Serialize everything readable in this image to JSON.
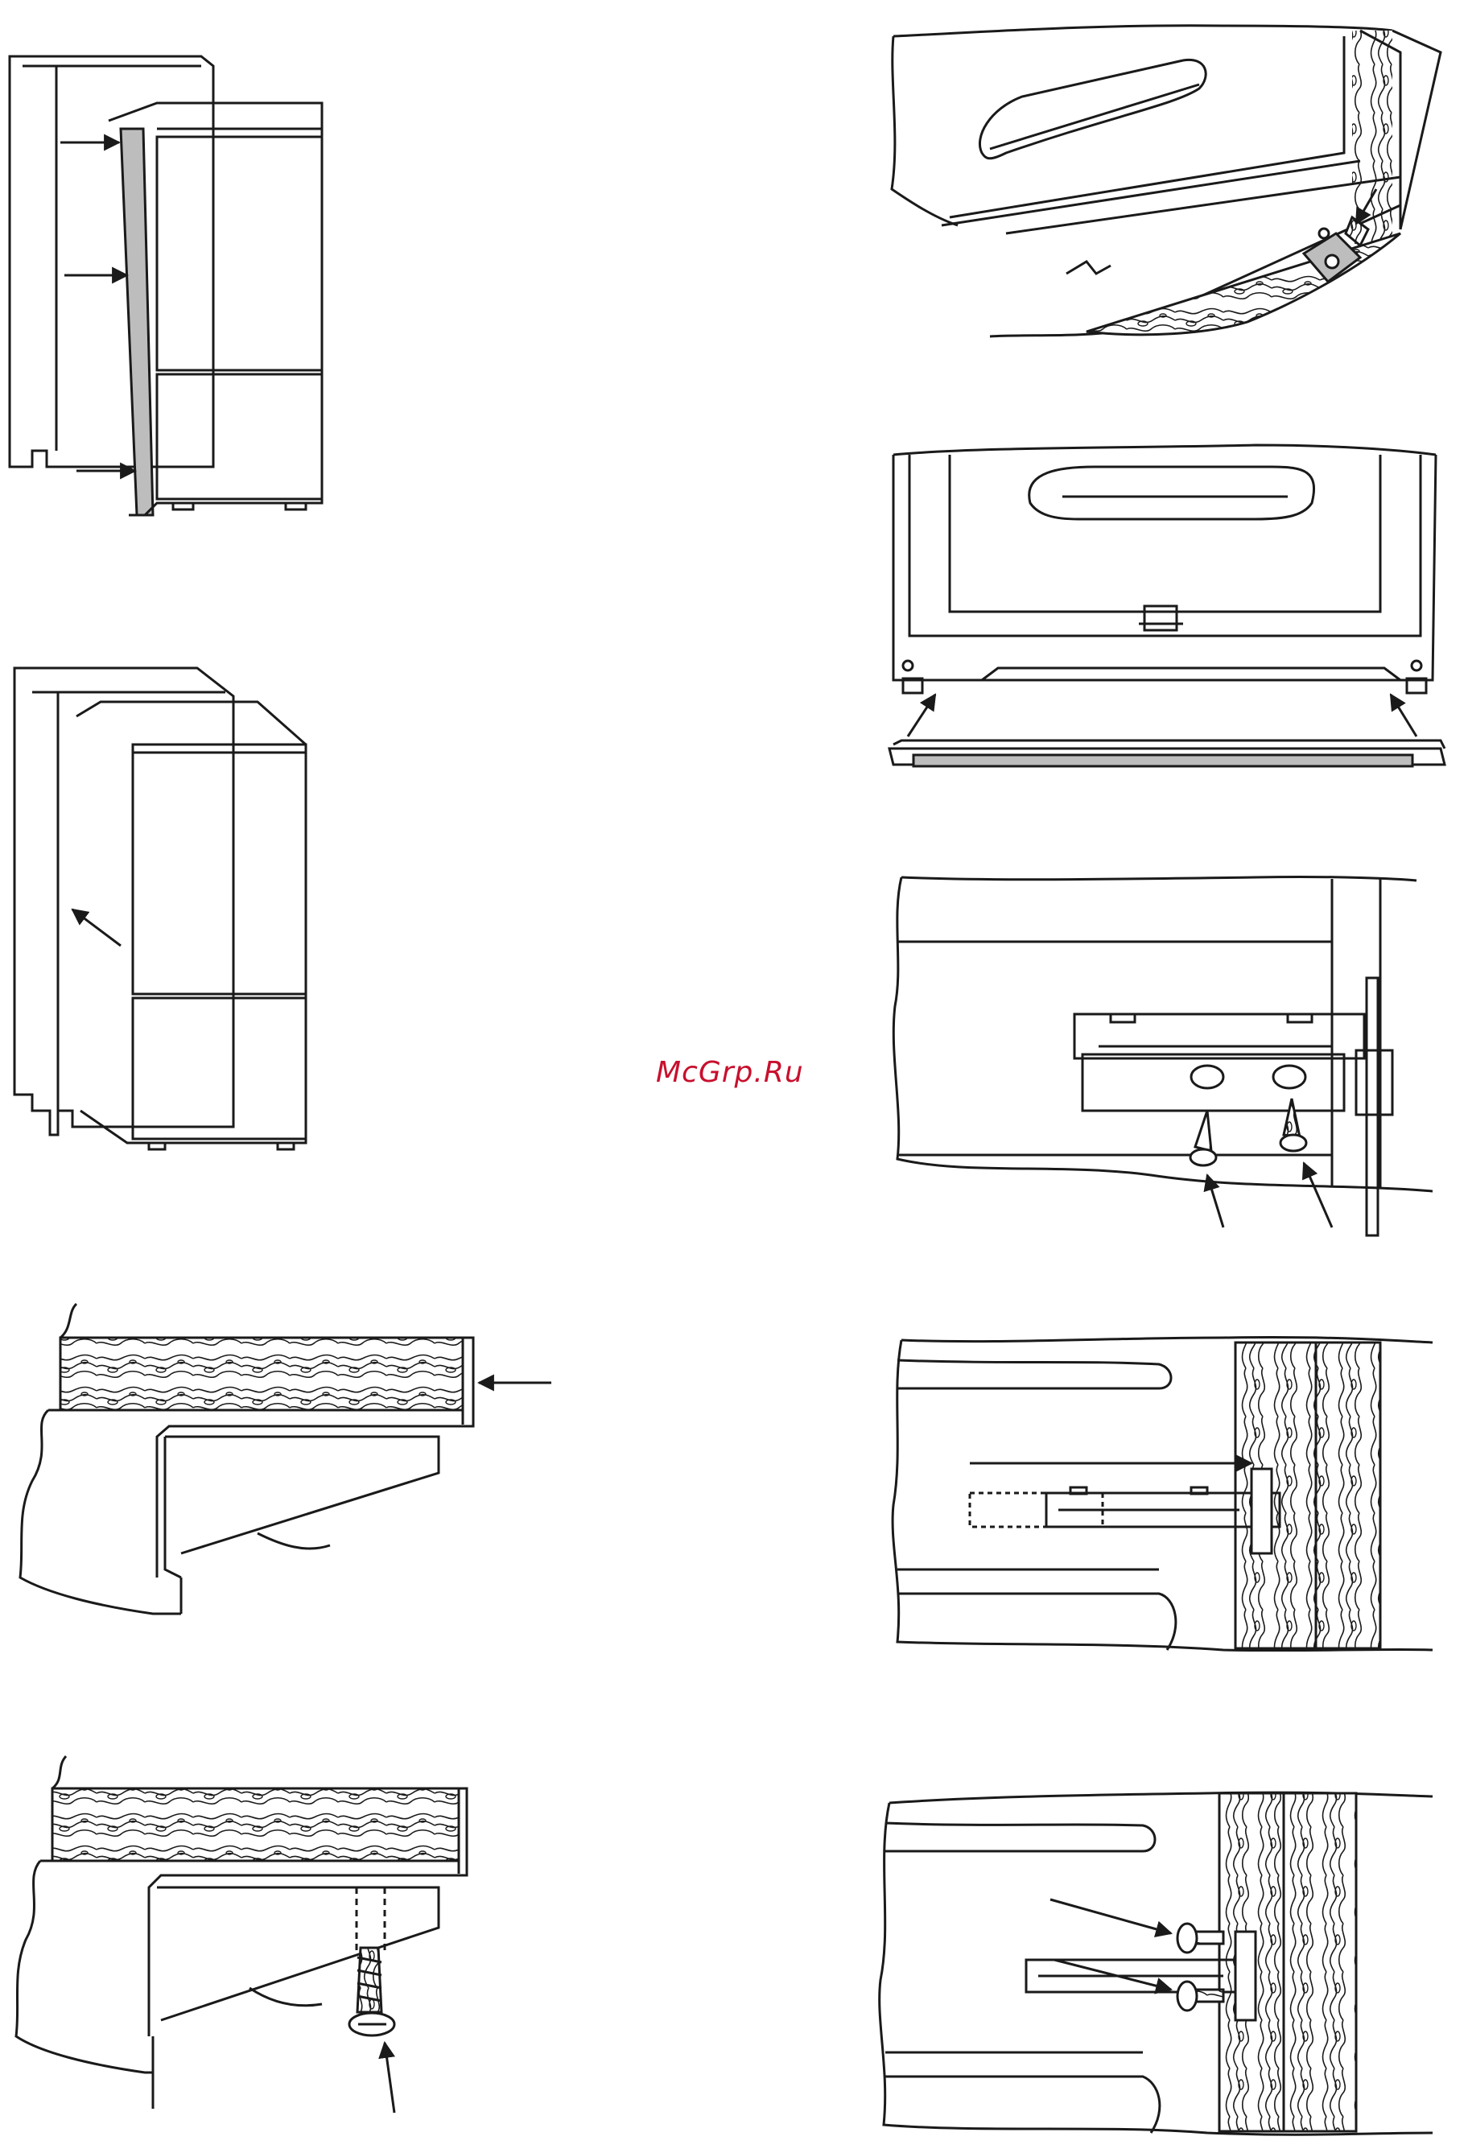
{
  "watermark": {
    "text": "McGrp.Ru",
    "color": "#c8102e"
  },
  "figures": [
    {
      "id": "fig-1",
      "label": ""
    },
    {
      "id": "fig-2",
      "label": ""
    },
    {
      "id": "fig-3",
      "label": ""
    },
    {
      "id": "fig-4",
      "label": ""
    },
    {
      "id": "fig-5",
      "label": ""
    },
    {
      "id": "fig-6",
      "label": ""
    },
    {
      "id": "fig-7",
      "label": ""
    },
    {
      "id": "fig-8",
      "label": ""
    }
  ],
  "colors": {
    "line": "#1a1a1a",
    "background": "#ffffff",
    "shade": "#bdbdbd"
  }
}
